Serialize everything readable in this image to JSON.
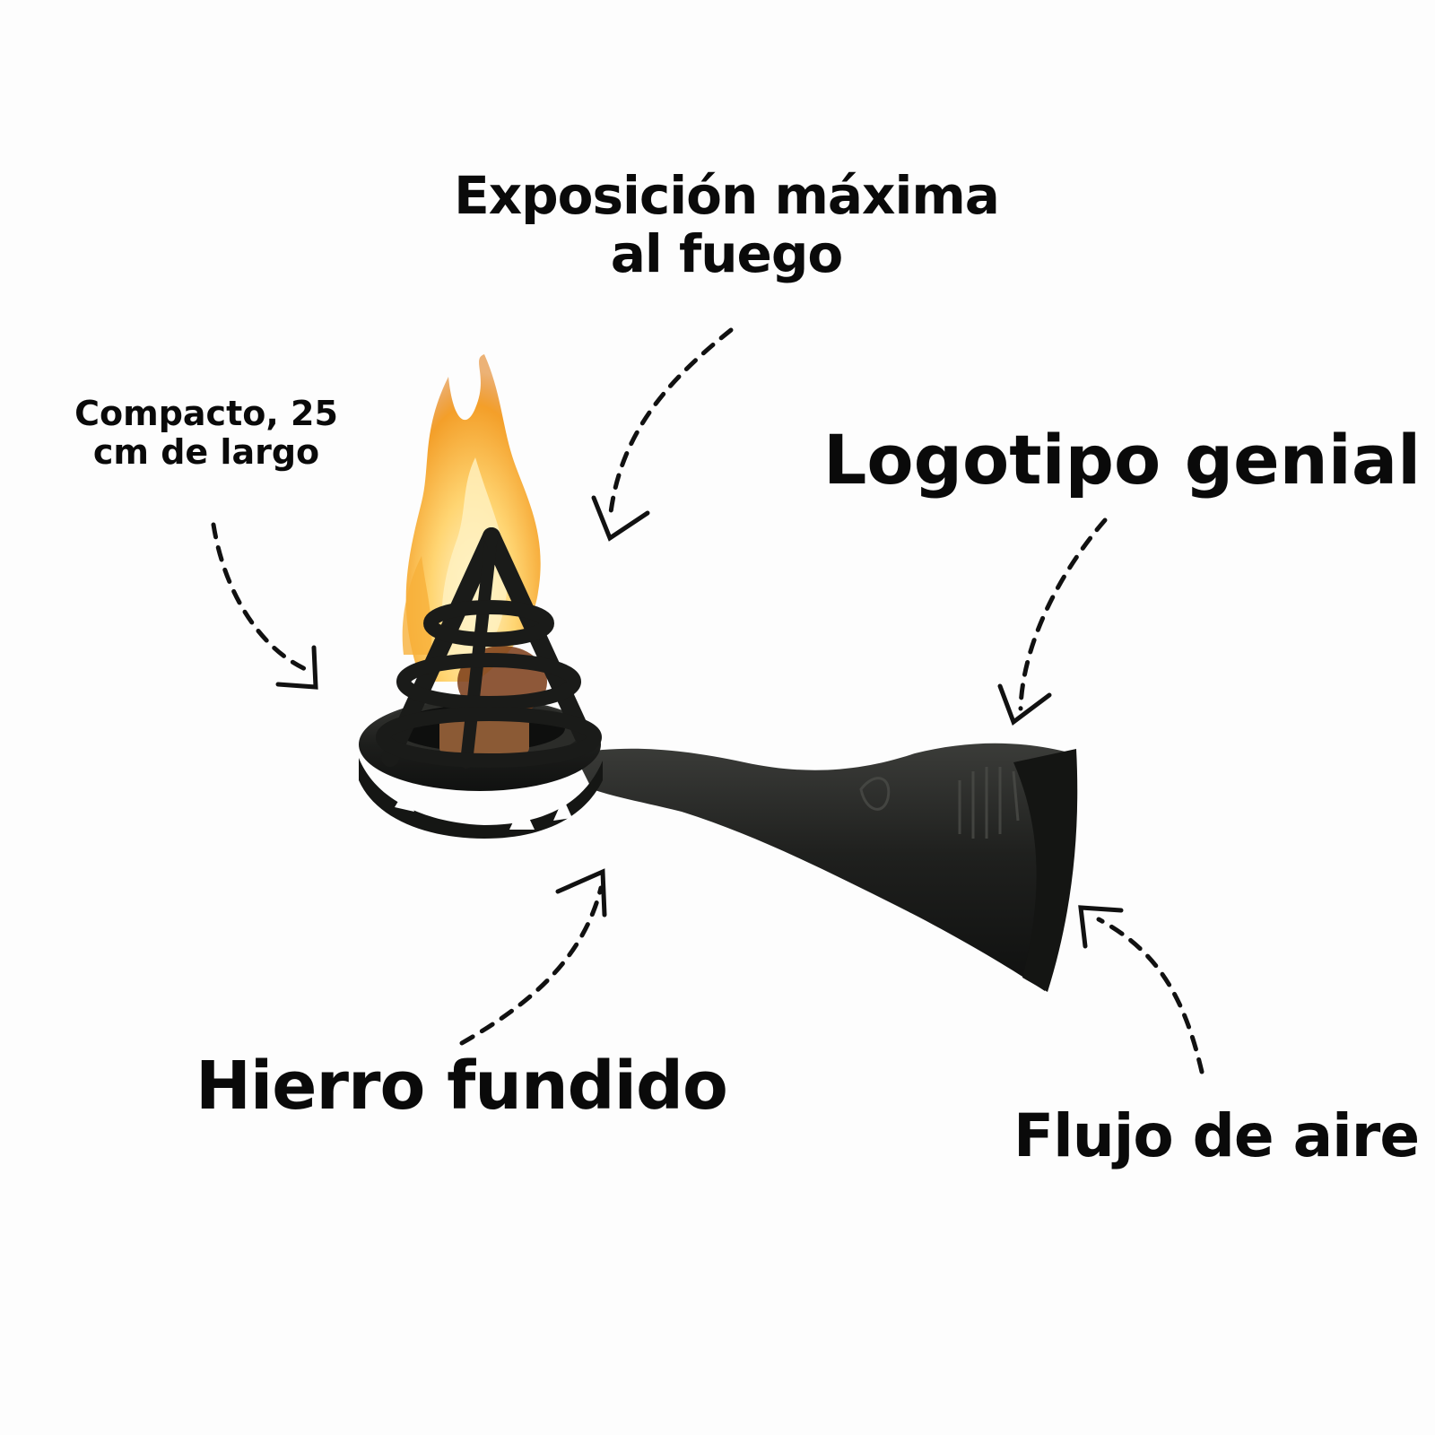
{
  "labels": {
    "fire_exposure_line1": "Exposición máxima",
    "fire_exposure_line2": "al fuego",
    "compact_line1": "Compacto, 25",
    "compact_line2": "cm de largo",
    "logo": "Logotipo genial",
    "cast_iron": "Hierro fundido",
    "airflow": "Flujo de aire"
  },
  "colors": {
    "background": "#fdfdfd",
    "text": "#0a0a0a",
    "iron": "#1e1f1d",
    "flame_outer": "#f5a623",
    "flame_inner": "#ffe9a8"
  }
}
